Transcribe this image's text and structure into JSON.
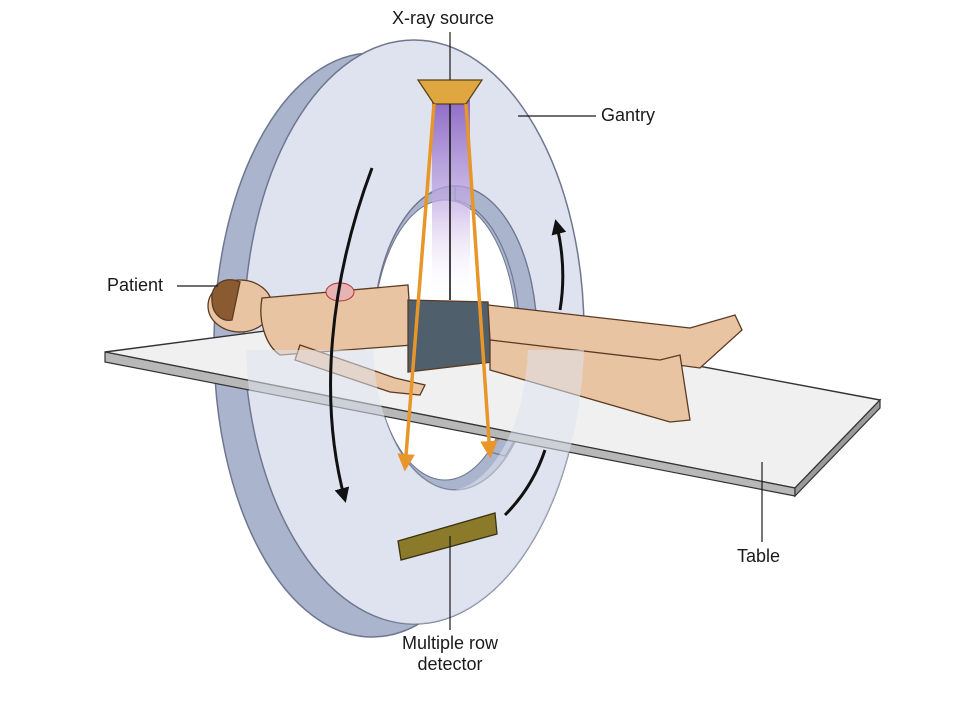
{
  "labels": {
    "xray_source": "X-ray source",
    "gantry": "Gantry",
    "patient": "Patient",
    "table": "Table",
    "detector_line1": "Multiple row",
    "detector_line2": "detector"
  },
  "colors": {
    "gantry_face": "#dfe3ef",
    "gantry_side": "#aab4cc",
    "gantry_edge": "#6f7790",
    "beam": "#e8962a",
    "beam_fill": "#b49ad6",
    "source": "#e0a640",
    "detector": "#8a7a2a",
    "table": "#f0f0f0",
    "skin": "#e9c4a2",
    "shorts": "#4f5f6c"
  },
  "icons": [
    "rotation-arrow-icon",
    "beam-arrow-icon"
  ]
}
